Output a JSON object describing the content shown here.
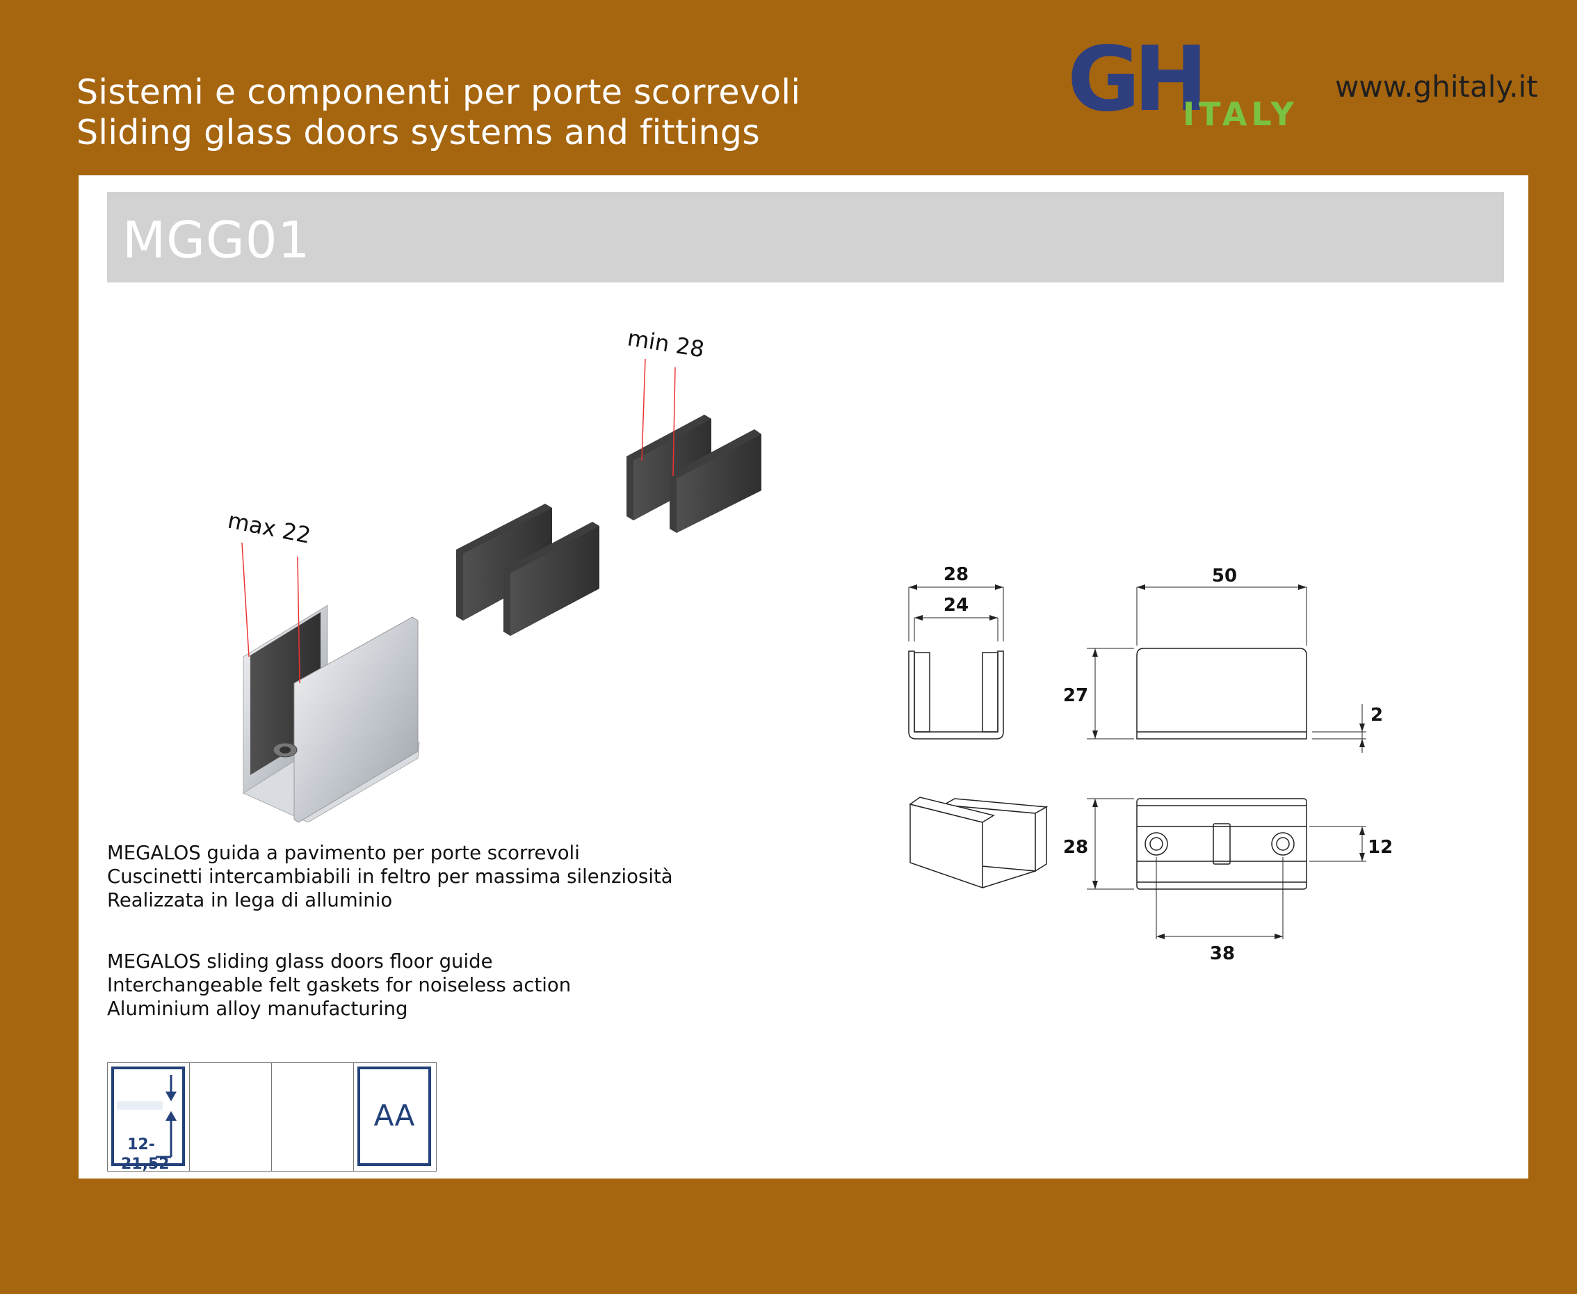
{
  "header": {
    "line_it": "Sistemi e componenti per porte scorrevoli",
    "line_en": "Sliding glass doors systems and fittings",
    "website": "www.ghitaly.it"
  },
  "logo": {
    "main": "GH",
    "sub": "ITALY",
    "colors": {
      "blue": "#2d3f7f",
      "green": "#7cc242"
    }
  },
  "product": {
    "code": "MGG01",
    "description_it": [
      "MEGALOS guida a pavimento per porte scorrevoli",
      "Cuscinetti intercambiabili in feltro per massima silenziosità",
      "Realizzata in lega di alluminio"
    ],
    "description_en": [
      "MEGALOS sliding glass doors floor guide",
      "Interchangeable felt gaskets for noiseless action",
      "Aluminium alloy manufacturing"
    ]
  },
  "illustration": {
    "label_max": "max 22",
    "label_min": "min 28"
  },
  "drawing": {
    "front_outer_width": "28",
    "front_inner_width": "24",
    "side_length": "50",
    "side_height": "27",
    "base_thickness": "2",
    "top_width": "28",
    "hole_spacing": "38",
    "slot_width": "12"
  },
  "icons": {
    "glass_thickness_line1": "12-",
    "glass_thickness_line2": "21,52",
    "finish_label": "AA",
    "accent_color": "#23417a"
  }
}
